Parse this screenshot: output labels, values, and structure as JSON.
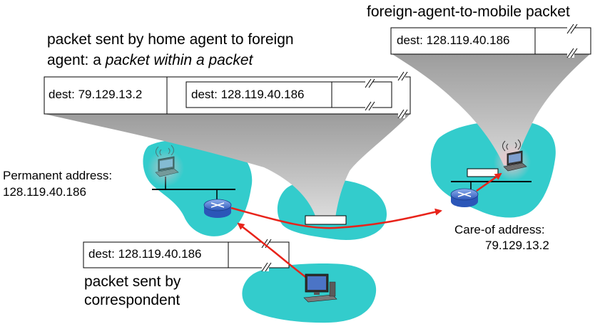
{
  "labels": {
    "foreign_to_mobile": "foreign-agent-to-mobile packet",
    "home_to_foreign_line1": "packet sent by home agent to foreign",
    "home_to_foreign_line2_prefix": "agent: a ",
    "home_to_foreign_line2_italic": "packet within a packet",
    "permanent_address_title": "Permanent address:",
    "permanent_address_value": "128.119.40.186",
    "care_of_address_title": "Care-of address:",
    "care_of_address_value": "79.129.13.2",
    "sent_by_correspondent_line1": "packet sent by",
    "sent_by_correspondent_line2": "correspondent"
  },
  "packets": {
    "foreign_to_mobile_dest": "dest: 128.119.40.186",
    "outer_dest": "dest: 79.129.13.2",
    "inner_dest": "dest: 128.119.40.186",
    "correspondent_dest": "dest: 128.119.40.186"
  },
  "colors": {
    "network_cloud": "#33CCCC",
    "arrow": "#E8231A",
    "cone_gray": "#A6A6A6",
    "router_blue": "#3366CC"
  },
  "icons": [
    "router-icon",
    "laptop-icon",
    "desktop-computer-icon",
    "wireless-signal-icon"
  ]
}
